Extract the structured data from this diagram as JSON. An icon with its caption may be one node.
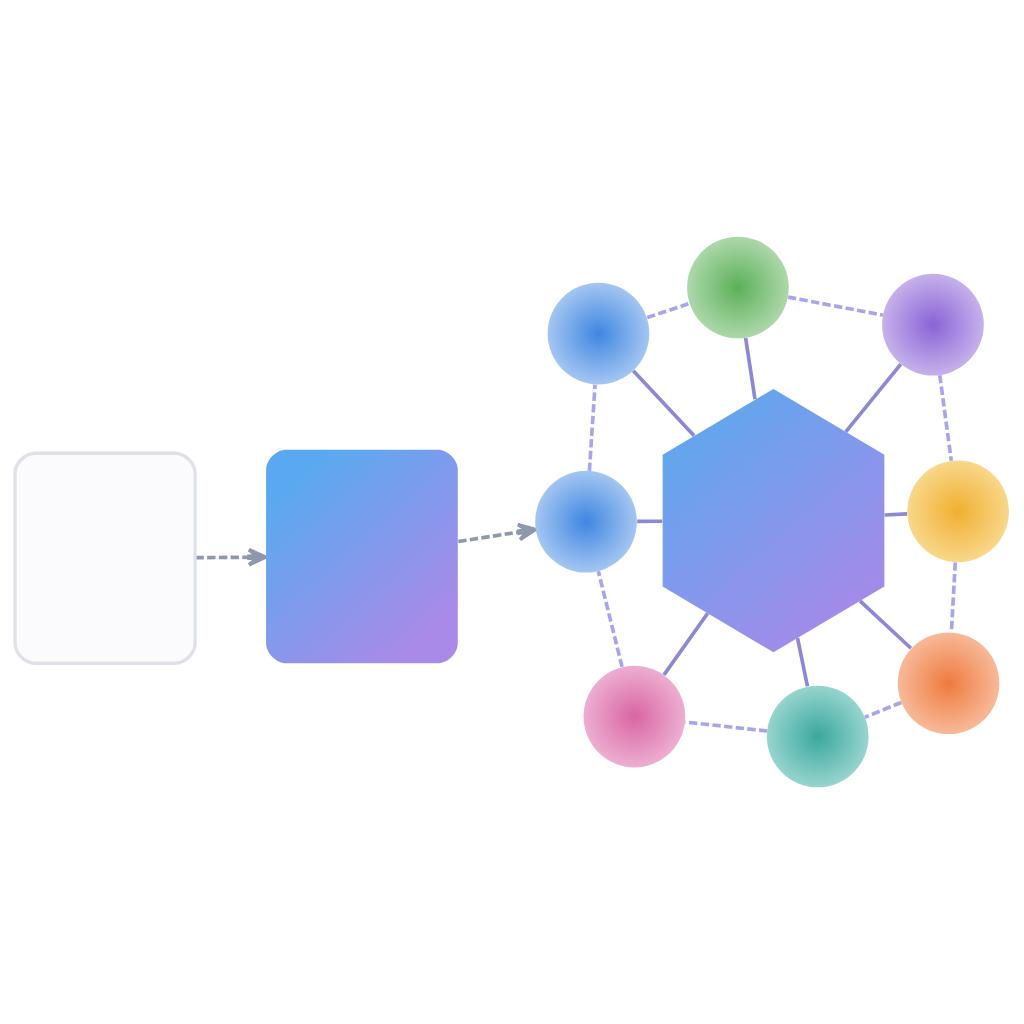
{
  "diagram": {
    "nodes": [
      {
        "text": [],
        "shape": "box"
      },
      {
        "text": [],
        "shape": "box"
      },
      {
        "text": [],
        "shape": "hexagon"
      },
      {
        "text": [],
        "shape": "circle"
      },
      {
        "text": [],
        "shape": "circle"
      },
      {
        "text": [],
        "shape": "circle"
      },
      {
        "text": [],
        "shape": "circle"
      },
      {
        "text": [],
        "shape": "circle"
      },
      {
        "text": [],
        "shape": "circle"
      },
      {
        "text": [],
        "shape": "circle"
      },
      {
        "text": [],
        "shape": "circle"
      }
    ],
    "edges": [
      {
        "from": 0,
        "to": 1,
        "arrow": "to",
        "style": "dashed",
        "color": "#8e98ad"
      },
      {
        "from": 1,
        "to": 9,
        "arrow": "to",
        "style": "dashed",
        "color": "#8e98ad"
      },
      {
        "from": 2,
        "to": 3,
        "arrow": "none",
        "color": "#8c88d6"
      },
      {
        "from": 2,
        "to": 4,
        "arrow": "none",
        "color": "#8c88d6"
      },
      {
        "from": 2,
        "to": 5,
        "arrow": "none",
        "color": "#8c88d6"
      },
      {
        "from": 2,
        "to": 6,
        "arrow": "none",
        "color": "#8c88d6"
      },
      {
        "from": 2,
        "to": 7,
        "arrow": "none",
        "color": "#8c88d6"
      },
      {
        "from": 2,
        "to": 8,
        "arrow": "none",
        "color": "#8c88d6"
      },
      {
        "from": 2,
        "to": 9,
        "arrow": "none",
        "color": "#8c88d6"
      },
      {
        "from": 2,
        "to": 10,
        "arrow": "none",
        "color": "#8c88d6"
      },
      {
        "from": 3,
        "to": 4,
        "arrow": "none",
        "style": "dashed",
        "color": "#a9a5ec"
      },
      {
        "from": 4,
        "to": 5,
        "arrow": "none",
        "style": "dashed",
        "color": "#a9a5ec"
      },
      {
        "from": 5,
        "to": 6,
        "arrow": "none",
        "style": "dashed",
        "color": "#a9a5ec"
      },
      {
        "from": 6,
        "to": 7,
        "arrow": "none",
        "style": "dashed",
        "color": "#a9a5ec"
      },
      {
        "from": 7,
        "to": 8,
        "arrow": "none",
        "style": "dashed",
        "color": "#a9a5ec"
      },
      {
        "from": 8,
        "to": 9,
        "arrow": "none",
        "style": "dashed",
        "color": "#a9a5ec"
      },
      {
        "from": 9,
        "to": 10,
        "arrow": "none",
        "style": "dashed",
        "color": "#a9a5ec"
      },
      {
        "from": 10,
        "to": 3,
        "arrow": "none",
        "style": "dashed",
        "color": "#a9a5ec"
      }
    ]
  }
}
